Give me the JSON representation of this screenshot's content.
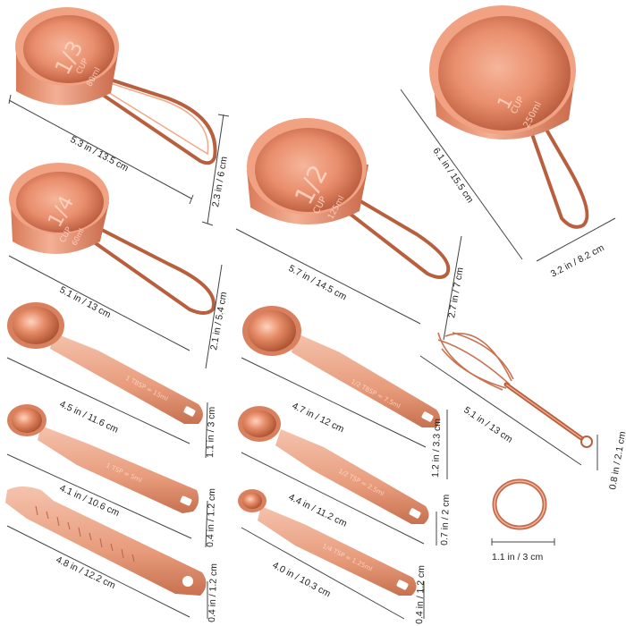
{
  "colors": {
    "copper_light": "#f7b79c",
    "copper_mid": "#e48b68",
    "copper_dark": "#b5583a",
    "background": "#ffffff",
    "dimension_line": "#444444"
  },
  "measurements": {
    "cup_third_length": "5.3 in / 13.5 cm",
    "cup_third_height": "2.3 in / 6 cm",
    "cup_quarter_length": "5.1 in / 13 cm",
    "cup_quarter_height": "2.1 in / 5.4 cm",
    "cup_half_length": "5.7 in / 14.5 cm",
    "cup_half_height": "2.7 in / 7 cm",
    "cup_one_length": "6.1 in / 15.5 cm",
    "cup_one_height": "3.2 in / 8.2 cm",
    "spoon_tbsp_length": "4.5 in / 11.6 cm",
    "spoon_tbsp_width": "1.1 in / 3 cm",
    "spoon_half_tbsp_length": "4.7 in / 12 cm",
    "spoon_half_tbsp_width": "1.2 in / 3.3 cm",
    "spoon_tsp_length": "4.1 in / 10.6 cm",
    "spoon_tsp_width": "0.4 in / 1.2 cm",
    "spoon_half_tsp_length": "4.4 in / 11.2 cm",
    "spoon_half_tsp_width": "0.7 in / 2 cm",
    "spoon_quarter_tsp_length": "4.0 in / 10.3 cm",
    "spoon_quarter_tsp_width": "0.4 in / 1.2 cm",
    "leveler_length": "4.8 in / 12.2 cm",
    "leveler_width": "0.4 in / 1.2 cm",
    "whisk_length": "5.1 in / 13 cm",
    "whisk_width": "0.8 in / 2.1 cm",
    "ring_width": "1.1 in / 3 cm"
  }
}
